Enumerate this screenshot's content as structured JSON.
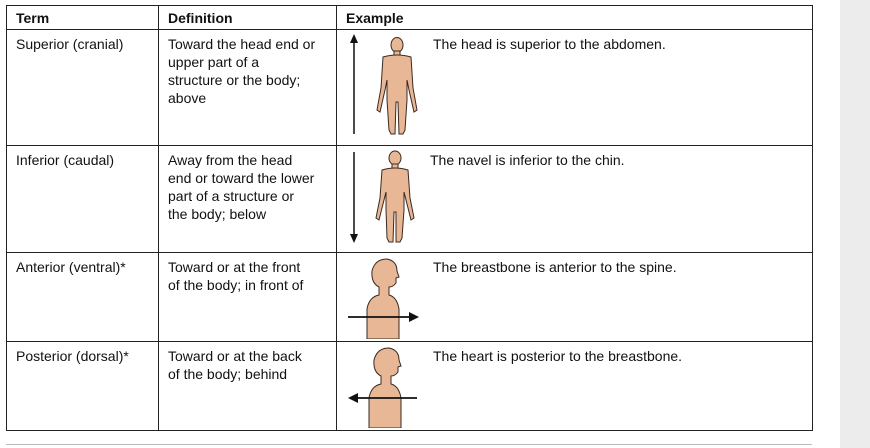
{
  "table": {
    "headers": [
      "Term",
      "Definition",
      "Example"
    ],
    "rows": [
      {
        "term": "Superior (cranial)",
        "definition": [
          "Toward the head end or",
          "upper part of a",
          "structure or the body;",
          "above"
        ],
        "example": "The head is superior to the abdomen."
      },
      {
        "term": "Inferior (caudal)",
        "definition": [
          "Away from the head",
          "end or toward the lower",
          "part of a structure or",
          "the body; below"
        ],
        "example": "The navel is inferior to the chin."
      },
      {
        "term": "Anterior (ventral)*",
        "definition": [
          "Toward or at the front",
          "of the body; in front of"
        ],
        "example": "The breastbone is anterior to the spine."
      },
      {
        "term": "Posterior (dorsal)*",
        "definition": [
          "Toward or at the back",
          "of the body; behind"
        ],
        "example": "The heart is posterior to the breastbone."
      }
    ]
  },
  "colors": {
    "skin": "#e8b896",
    "outline": "#3a2a20",
    "arrow": "#111111"
  }
}
